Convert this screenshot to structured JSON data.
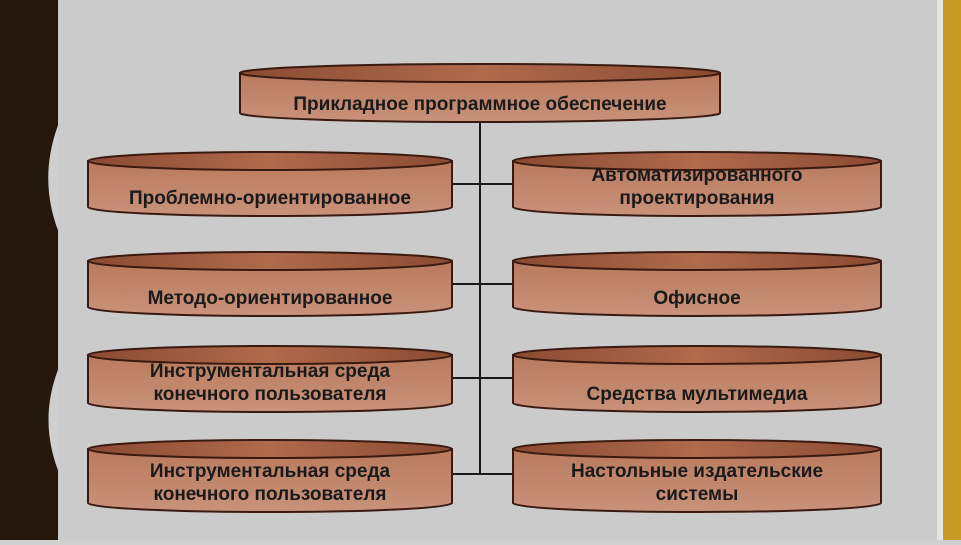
{
  "diagram": {
    "root": {
      "label": "Прикладное программное обеспечение"
    },
    "left": [
      {
        "label": "Проблемно-ориентированное"
      },
      {
        "label": "Методо-ориентированное"
      },
      {
        "label": "Инструментальная среда\nконечного пользователя"
      },
      {
        "label": "Инструментальная среда\nконечного пользователя"
      }
    ],
    "right": [
      {
        "label": "Автоматизированного\nпроектирования"
      },
      {
        "label": "Офисное"
      },
      {
        "label": "Средства мультимедиа"
      },
      {
        "label": "Настольные издательские\nсистемы"
      }
    ]
  },
  "colors": {
    "box_fill_top": "#b87a5e",
    "box_fill_bottom": "#c9927a",
    "box_stroke": "#3a1a10",
    "connector": "#1a1a1a",
    "left_bar": "#24180d",
    "right_bar": "#c99a26"
  }
}
